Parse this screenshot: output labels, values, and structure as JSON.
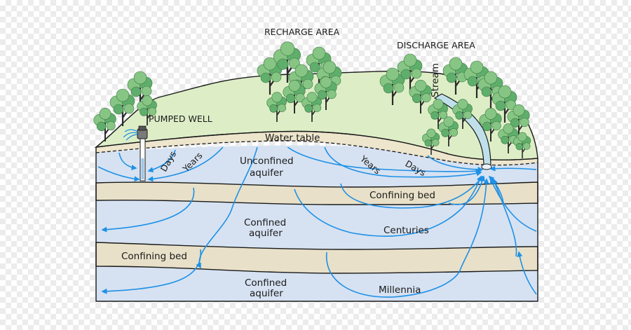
{
  "labels": {
    "recharge_area": "RECHARGE AREA",
    "discharge_area": "DISCHARGE AREA",
    "pumped_well": "PUMPED WELL",
    "stream": "Stream",
    "water_table": "Water table",
    "unconfined_aquifer_line1": "Unconfined",
    "unconfined_aquifer_line2": "aquifer",
    "confined_aquifer_upper_line1": "Confined",
    "confined_aquifer_upper_line2": "aquifer",
    "confined_aquifer_lower_line1": "Confined",
    "confined_aquifer_lower_line2": "aquifer",
    "confining_bed_upper": "Confining bed",
    "confining_bed_lower": "Confining bed",
    "days_left": "Days",
    "years_left": "Years",
    "years_right": "Years",
    "days_right": "Days",
    "centuries": "Centuries",
    "millennia": "Millennia"
  },
  "colors": {
    "aquifer": "#d6e2f2",
    "confining_bed": "#e8e0c8",
    "unsaturated_zone": "#ede5cc",
    "land_surface": "#ddeec7",
    "flow_arrows": "#1e90e6",
    "tree_foliage": "#86c583",
    "tree_foliage_dark": "#5fae6b",
    "tree_trunk": "#2a2a2a",
    "outline": "#1a1a1a"
  },
  "icons": [
    "tree-icon",
    "well-pump-icon",
    "stream-channel-icon",
    "flow-arrow-icon"
  ]
}
